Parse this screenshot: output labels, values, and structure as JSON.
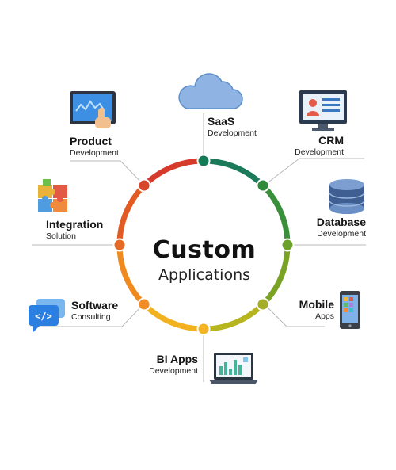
{
  "center": {
    "title": "Custom",
    "subtitle": "Applications"
  },
  "nodes": [
    {
      "id": "saas",
      "title": "SaaS",
      "subtitle": "Development",
      "icon": "cloud-icon"
    },
    {
      "id": "crm",
      "title": "CRM",
      "subtitle": "Development",
      "icon": "monitor-crm-icon"
    },
    {
      "id": "database",
      "title": "Database",
      "subtitle": "Development",
      "icon": "database-icon"
    },
    {
      "id": "mobile",
      "title": "Mobile",
      "subtitle": "Apps",
      "icon": "smartphone-icon"
    },
    {
      "id": "bi",
      "title": "BI Apps",
      "subtitle": "Development",
      "icon": "laptop-chart-icon"
    },
    {
      "id": "software",
      "title": "Software",
      "subtitle": "Consulting",
      "icon": "code-chat-icon"
    },
    {
      "id": "integration",
      "title": "Integration",
      "subtitle": "Solution",
      "icon": "puzzle-icon"
    },
    {
      "id": "product",
      "title": "Product",
      "subtitle": "Development",
      "icon": "tablet-touch-icon"
    }
  ],
  "colors": {
    "ring": [
      "#1b7a5a",
      "#3a8f3a",
      "#7aa326",
      "#b7b51f",
      "#f2b21f",
      "#f08a1e",
      "#e25b22",
      "#d63a2a"
    ],
    "node_fill": [
      "#147a57",
      "#2f8a3a",
      "#6aa12b",
      "#a3ad27",
      "#f4b324",
      "#f18d24",
      "#e46a26",
      "#d9472b"
    ],
    "connector": "#b8b8b8"
  }
}
